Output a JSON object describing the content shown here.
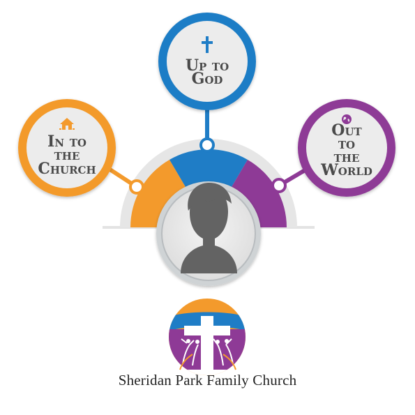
{
  "nodes": {
    "left": {
      "lines": [
        "In to",
        "the",
        "Church"
      ],
      "color": "#f39a2c",
      "icon": "house-icon"
    },
    "top": {
      "lines": [
        "Up to",
        "God"
      ],
      "color": "#1f7dc6",
      "icon": "cross-icon"
    },
    "right": {
      "lines": [
        "Out",
        "to",
        "the",
        "World"
      ],
      "color": "#8e3a96",
      "icon": "globe-icon"
    }
  },
  "center": {
    "icon": "person-silhouette-icon"
  },
  "logo": {
    "name": "Sheridan Park Family Church",
    "icon": "church-logo-cross-icon"
  }
}
